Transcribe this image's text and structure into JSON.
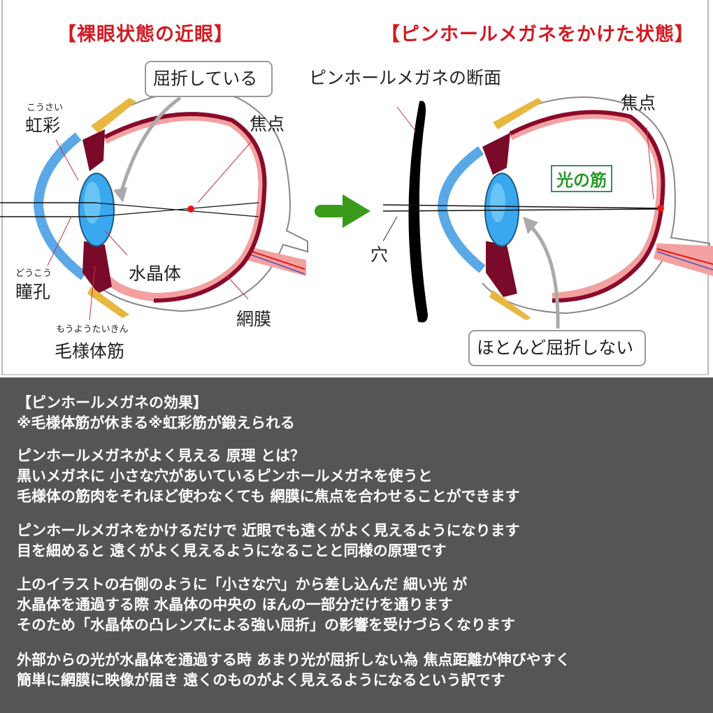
{
  "left_panel": {
    "title": "【裸眼状態の近眼】",
    "callout": "屈折している",
    "labels": {
      "iris_ruby": "こうさい",
      "iris": "虹彩",
      "focus": "焦点",
      "lens": "水晶体",
      "pupil_ruby": "どうこう",
      "pupil": "瞳孔",
      "ciliary_ruby": "もうようたいきん",
      "ciliary": "毛様体筋",
      "retina": "網膜"
    }
  },
  "arrow": {
    "icon": "right-arrow-icon",
    "color": "#3a9a1a"
  },
  "right_panel": {
    "title": "【ピンホールメガネをかけた状態】",
    "callout": "ほとんど屈折しない",
    "labels": {
      "glasses_section": "ピンホールメガネの断面",
      "focus": "焦点",
      "light_beam": "光の筋",
      "hole": "穴"
    }
  },
  "colors": {
    "title_red": "#d21a22",
    "panel_bg": "#555555",
    "cornea_blue": "#5aa8e6",
    "lens_blue": "#2ea0e8",
    "choroid": "#8a0a2a",
    "retina_pink": "#f3a0a0",
    "focus_dot": "#e8161a",
    "green": "#3a9a1a"
  },
  "text": {
    "paragraphs": [
      {
        "lines": [
          "【ピンホールメガネの効果】",
          "※毛様体筋が休まる※虹彩筋が鍛えられる"
        ]
      },
      {
        "lines": [
          "ピンホールメガネがよく見える 原理 とは？",
          "黒いメガネに 小さな穴があいているピンホールメガネを使うと",
          "毛様体の筋肉をそれほど使わなくても 網膜に焦点を合わせることができます"
        ]
      },
      {
        "lines": [
          "ピンホールメガネをかけるだけで 近眼でも遠くがよく見えるようになります",
          "目を細めると 遠くがよく見えるようになることと同様の原理です"
        ]
      },
      {
        "lines": [
          "上のイラストの右側のように「小さな穴」から差し込んだ 細い光 が",
          "水晶体を通過する際 水晶体の中央の ほんの一部分だけを通ります",
          "そのため「水晶体の凸レンズによる強い屈折」の影響を受けづらくなります"
        ]
      },
      {
        "lines": [
          "外部からの光が水晶体を通過する時 あまり光が屈折しない為 焦点距離が伸びやすく",
          "簡単に網膜に映像が届き 遠くのものがよく見えるようになるという訳です"
        ]
      }
    ]
  }
}
